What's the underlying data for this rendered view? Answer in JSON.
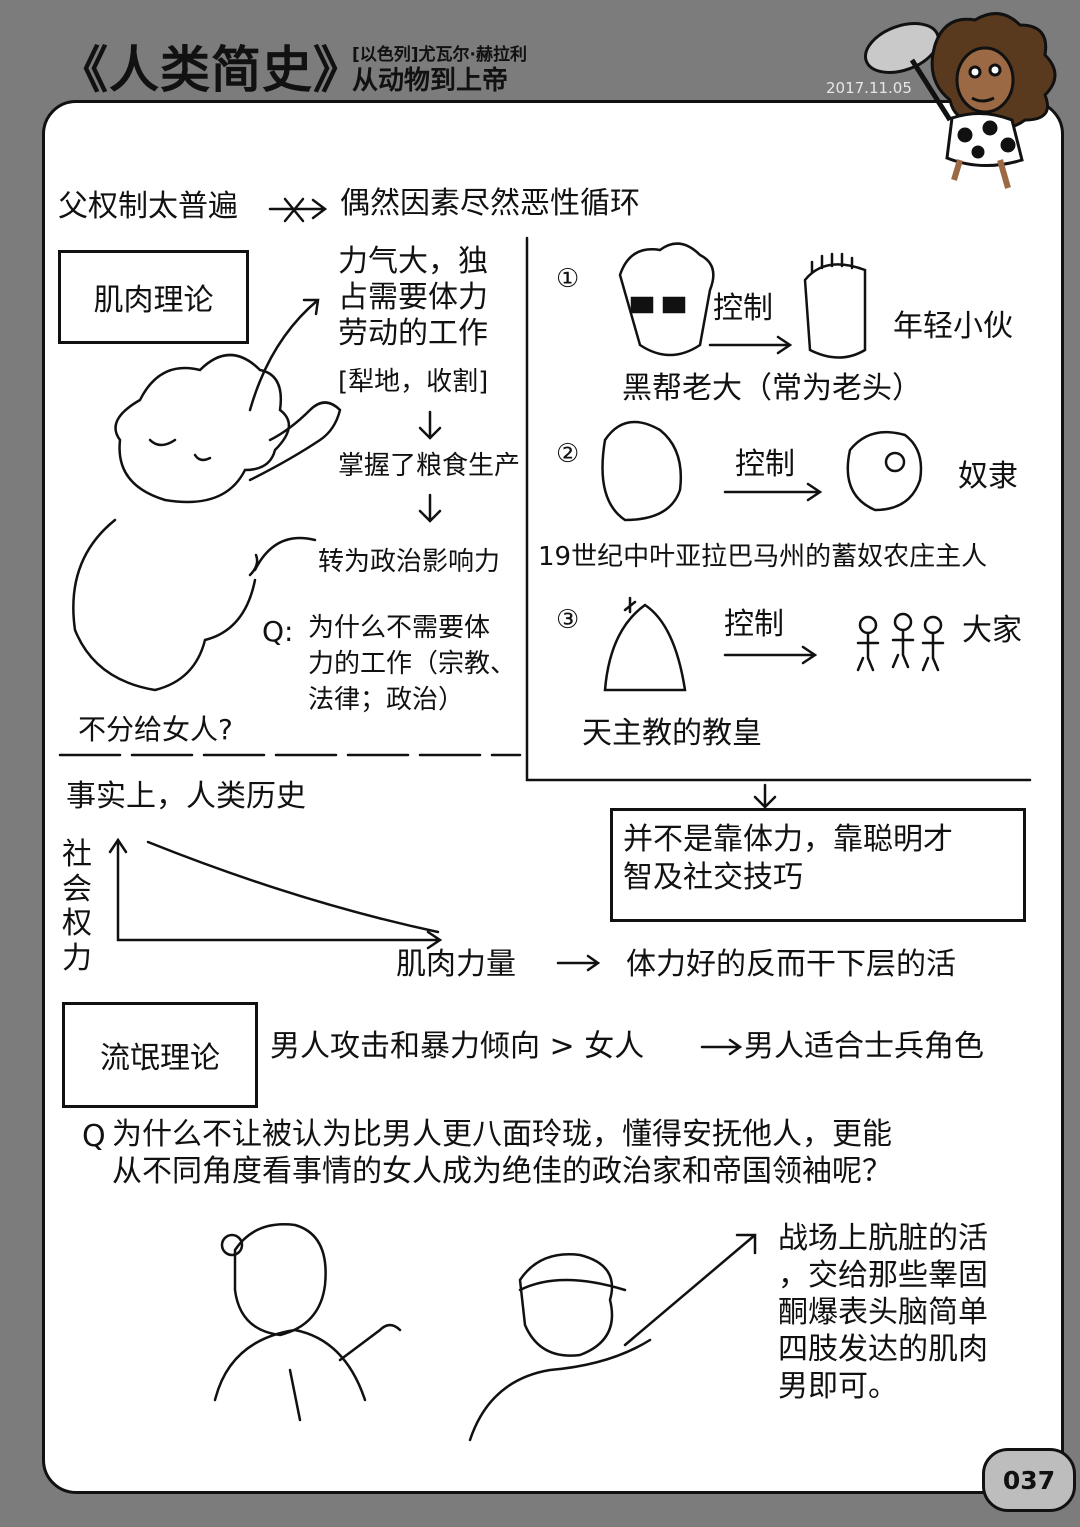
{
  "header": {
    "title": "《人类简史》",
    "author": "[以色列]尤瓦尔·赫拉利",
    "subtitle": "从动物到上帝",
    "date": "2017.11.05"
  },
  "intro": {
    "premise": "父权制太普遍",
    "conclusion": "偶然因素尽然恶性循环"
  },
  "muscle_theory": {
    "label": "肌肉理论",
    "claim_lines": [
      "力气大，独",
      "占需要体力",
      "劳动的工作"
    ],
    "examples": "[犁地，收割]",
    "step1": "掌握了粮食生产",
    "step2": "转为政治影响力",
    "q_mark": "Q:",
    "question_lines": [
      "为什么不需要体",
      "力的工作（宗教、",
      "法律；政治）"
    ],
    "question_end": "不分给女人?"
  },
  "examples": [
    {
      "num": "①",
      "controller": "黑帮老大（常为老头）",
      "verb": "控制",
      "controlled": "年轻小伙"
    },
    {
      "num": "②",
      "controller": "19世纪中叶亚拉巴马州的蓄奴农庄主人",
      "verb": "控制",
      "controlled": "奴隶"
    },
    {
      "num": "③",
      "controller": "天主教的教皇",
      "verb": "控制",
      "controlled": "大家"
    }
  ],
  "fact": {
    "heading": "事实上，人类历史",
    "conclusion_lines": [
      "并不是靠体力，靠聪明才",
      "智及社交技巧"
    ],
    "graph_y_label": "社会权力",
    "graph_x_label": "肌肉力量",
    "result": "体力好的反而干下层的活"
  },
  "gangster_theory": {
    "label": "流氓理论",
    "claim": "男人攻击和暴力倾向 > 女人",
    "result": "男人适合士兵角色",
    "q_mark": "Q",
    "question_lines": [
      "为什么不让被认为比男人更八面玲珑，懂得安抚他人，更能",
      "从不同角度看事情的女人成为绝佳的政治家和帝国领袖呢？"
    ],
    "soldier_note_lines": [
      "战场上肮脏的活",
      "，交给那些睾固",
      "酮爆表头脑简单",
      "四肢发达的肌肉",
      "男即可。"
    ]
  },
  "page_number": "037"
}
